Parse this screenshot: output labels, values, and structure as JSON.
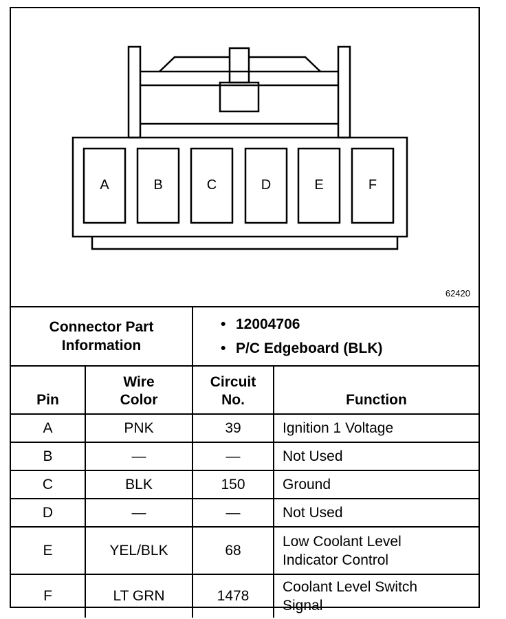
{
  "diagram": {
    "figure_id": "62420",
    "pins": [
      "A",
      "B",
      "C",
      "D",
      "E",
      "F"
    ]
  },
  "connector_info": {
    "label_line1": "Connector Part",
    "label_line2": "Information",
    "items": [
      "12004706",
      "P/C Edgeboard (BLK)"
    ]
  },
  "table": {
    "headers": {
      "pin": "Pin",
      "wire_line1": "Wire",
      "wire_line2": "Color",
      "circuit_line1": "Circuit",
      "circuit_line2": "No.",
      "function": "Function"
    },
    "rows": [
      {
        "pin": "A",
        "wire": "PNK",
        "circuit": "39",
        "function_line1": "Ignition 1 Voltage",
        "function_line2": ""
      },
      {
        "pin": "B",
        "wire": "—",
        "circuit": "—",
        "function_line1": "Not Used",
        "function_line2": ""
      },
      {
        "pin": "C",
        "wire": "BLK",
        "circuit": "150",
        "function_line1": "Ground",
        "function_line2": ""
      },
      {
        "pin": "D",
        "wire": "—",
        "circuit": "—",
        "function_line1": "Not Used",
        "function_line2": ""
      },
      {
        "pin": "E",
        "wire": "YEL/BLK",
        "circuit": "68",
        "function_line1": "Low Coolant Level",
        "function_line2": "Indicator Control"
      },
      {
        "pin": "F",
        "wire": "LT GRN",
        "circuit": "1478",
        "function_line1": "Coolant Level Switch",
        "function_line2": "Signal"
      }
    ]
  }
}
